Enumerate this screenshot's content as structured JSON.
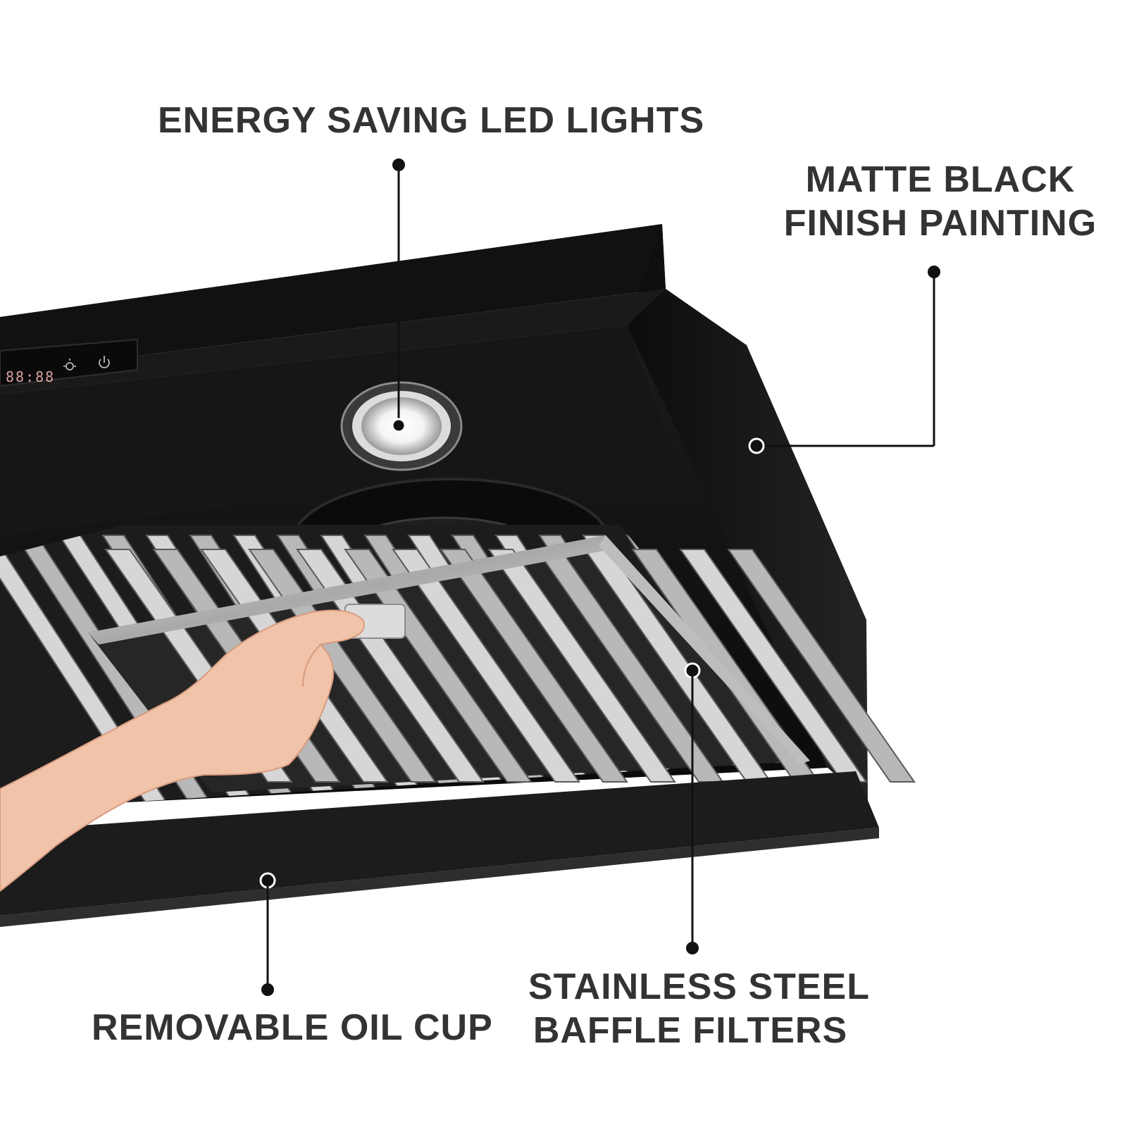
{
  "callouts": {
    "led": {
      "text": "ENERGY SAVING LED LIGHTS"
    },
    "finish": {
      "line1": "MATTE BLACK",
      "line2": "FINISH PAINTING"
    },
    "filters": {
      "line1": "STAINLESS STEEL",
      "line2": "BAFFLE FILTERS"
    },
    "oil_cup": {
      "text": "REMOVABLE OIL CUP"
    }
  },
  "control_panel": {
    "display_readout": "88:88"
  },
  "icons": {
    "light": "light-bulb-icon",
    "power": "power-icon"
  },
  "colors": {
    "label_text": "#333333",
    "callout_line": "#111111",
    "hood_body": "#141414",
    "steel": "#c9c9c9",
    "background": "#ffffff"
  }
}
